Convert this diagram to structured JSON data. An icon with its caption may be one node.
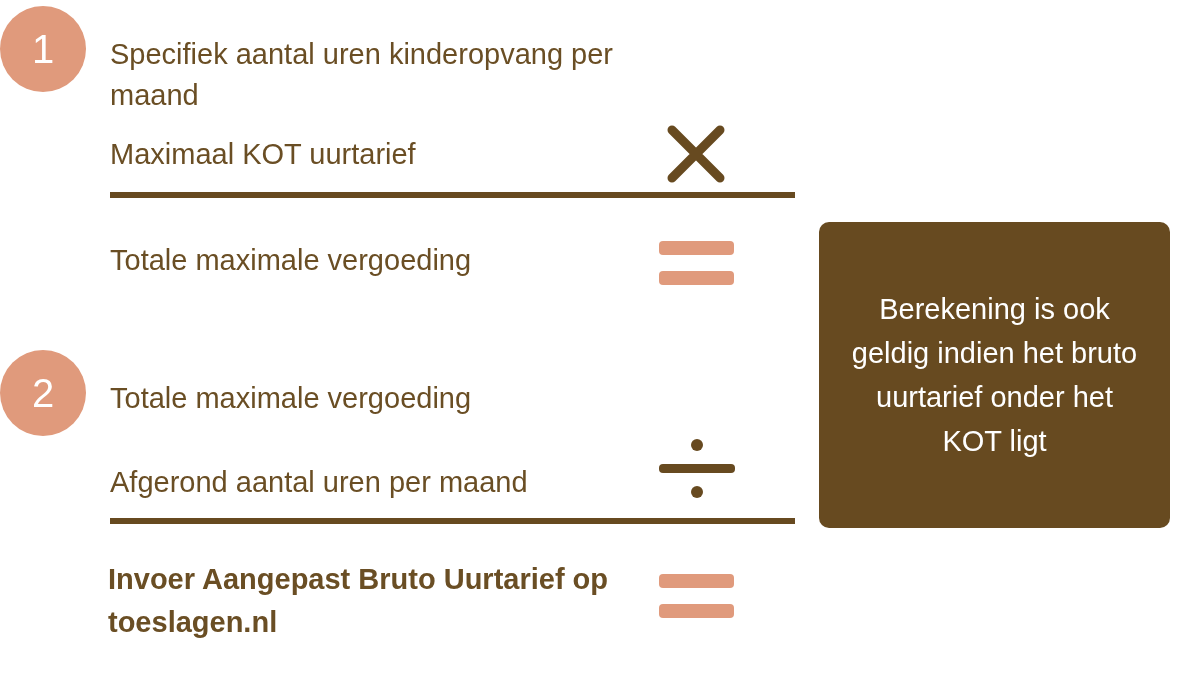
{
  "diagram": {
    "nodes": [
      {
        "text": [
          "1"
        ]
      },
      {
        "text": [
          "2"
        ]
      },
      {
        "text": [
          "Berekening is ook geldig indien het bruto uurtarief onder het KOT ligt"
        ]
      }
    ],
    "labels": [
      "Specifiek aantal uren kinderopvang per maand",
      "Maximaal KOT uurtarief",
      "Totale maximale vergoeding",
      "Totale maximale vergoeding",
      "Afgerond aantal uren per maand",
      "Invoer Aangepast Bruto Uurtarief op toeslagen.nl"
    ]
  }
}
